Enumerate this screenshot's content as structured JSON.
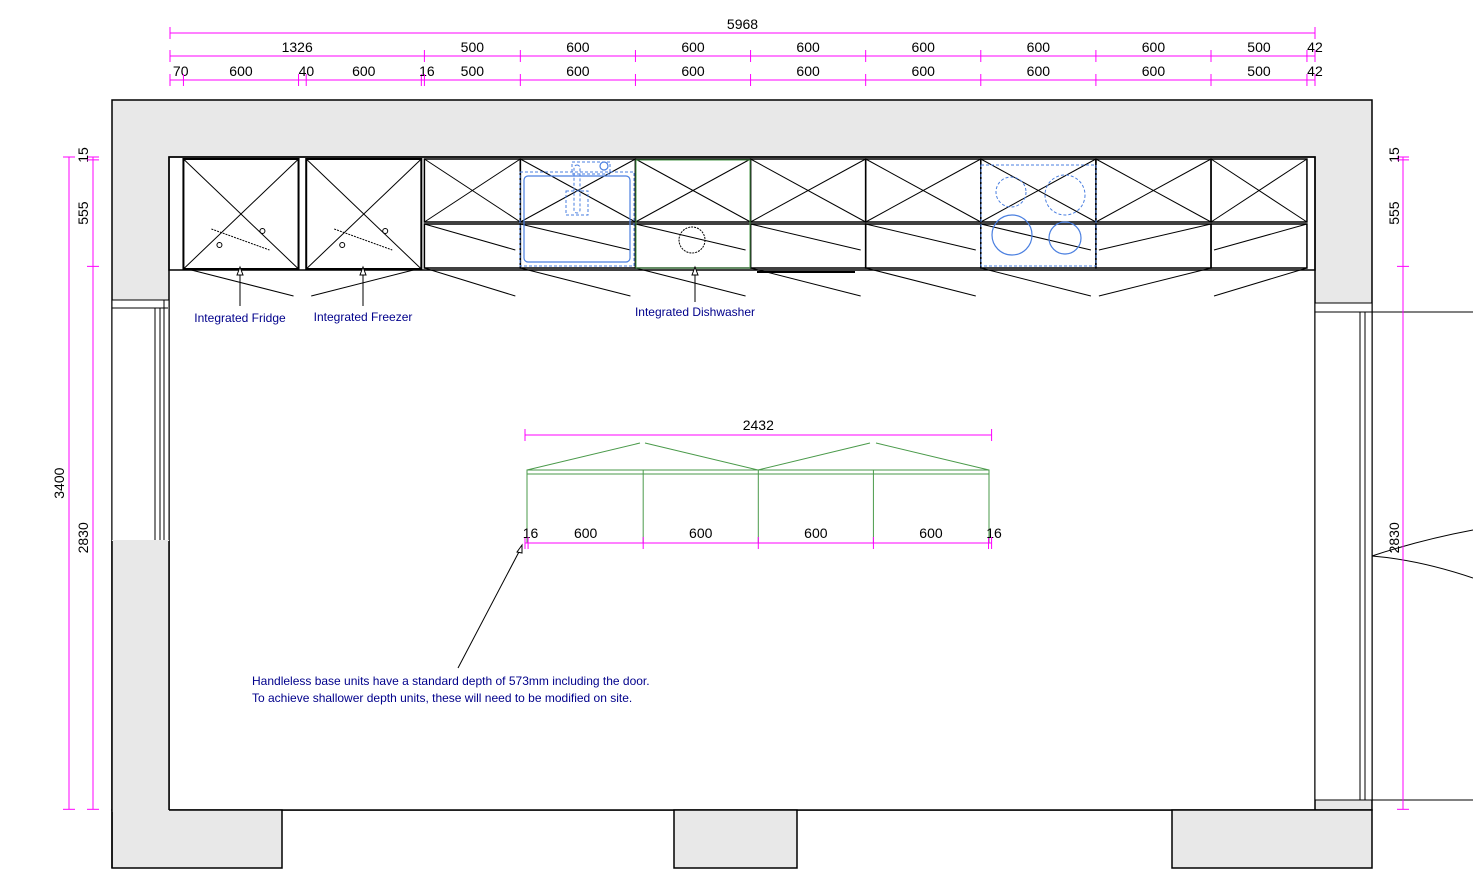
{
  "plan": {
    "colors": {
      "dimension": "#ff00ff",
      "label": "#00008b",
      "wall": "#e8e8e8",
      "appliance": "#4a7fe0",
      "island": "#4a9a4a"
    },
    "top_dims": {
      "overall": 5968,
      "row1": [
        1326,
        500,
        600,
        600,
        600,
        600,
        600,
        600,
        500,
        42
      ],
      "row2": [
        70,
        600,
        40,
        600,
        16,
        500,
        600,
        600,
        600,
        600,
        600,
        600,
        500,
        42
      ]
    },
    "left_dims": {
      "overall": 3400,
      "segments": [
        15,
        555,
        2830
      ]
    },
    "right_dims": {
      "segments": [
        15,
        555,
        2830
      ]
    },
    "island_dims": {
      "overall": 2432,
      "segments": [
        16,
        600,
        600,
        600,
        600,
        16
      ]
    },
    "labels": {
      "fridge": "Integrated Fridge",
      "freezer": "Integrated Freezer",
      "dishwasher": "Integrated Dishwasher",
      "note_line1": "Handleless base units have a standard depth of 573mm including the door.",
      "note_line2": "To achieve shallower depth units, these will need to be modified on site."
    }
  }
}
